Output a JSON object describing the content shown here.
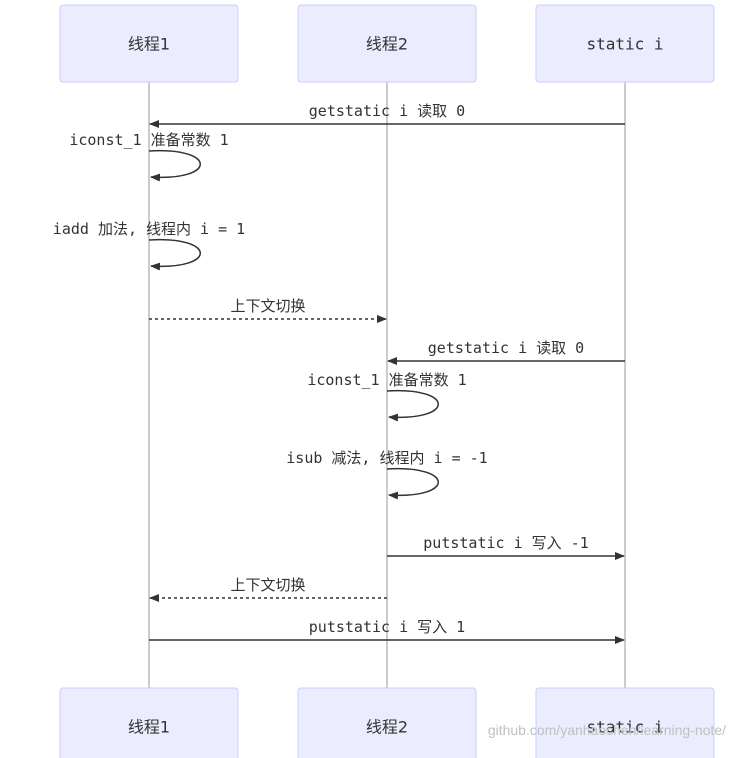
{
  "actors": [
    {
      "id": "t1",
      "label": "线程1"
    },
    {
      "id": "t2",
      "label": "线程2"
    },
    {
      "id": "si",
      "label": "static i"
    }
  ],
  "messages": [
    {
      "from": "si",
      "to": "t1",
      "text": "getstatic i 读取 0",
      "style": "solid"
    },
    {
      "from": "t1",
      "to": "t1",
      "text": "iconst_1 准备常数 1",
      "style": "self"
    },
    {
      "from": "t1",
      "to": "t1",
      "text": "iadd 加法, 线程内 i = 1",
      "style": "self"
    },
    {
      "from": "t1",
      "to": "t2",
      "text": "上下文切换",
      "style": "dashed"
    },
    {
      "from": "si",
      "to": "t2",
      "text": "getstatic i 读取 0",
      "style": "solid"
    },
    {
      "from": "t2",
      "to": "t2",
      "text": "iconst_1 准备常数 1",
      "style": "self"
    },
    {
      "from": "t2",
      "to": "t2",
      "text": "isub 减法, 线程内 i = -1",
      "style": "self"
    },
    {
      "from": "t2",
      "to": "si",
      "text": "putstatic i 写入 -1",
      "style": "solid"
    },
    {
      "from": "t2",
      "to": "t1",
      "text": "上下文切换",
      "style": "dashed"
    },
    {
      "from": "t1",
      "to": "si",
      "text": "putstatic i 写入 1",
      "style": "solid"
    }
  ],
  "watermark": "github.com/yanhaochen/learning-note/"
}
